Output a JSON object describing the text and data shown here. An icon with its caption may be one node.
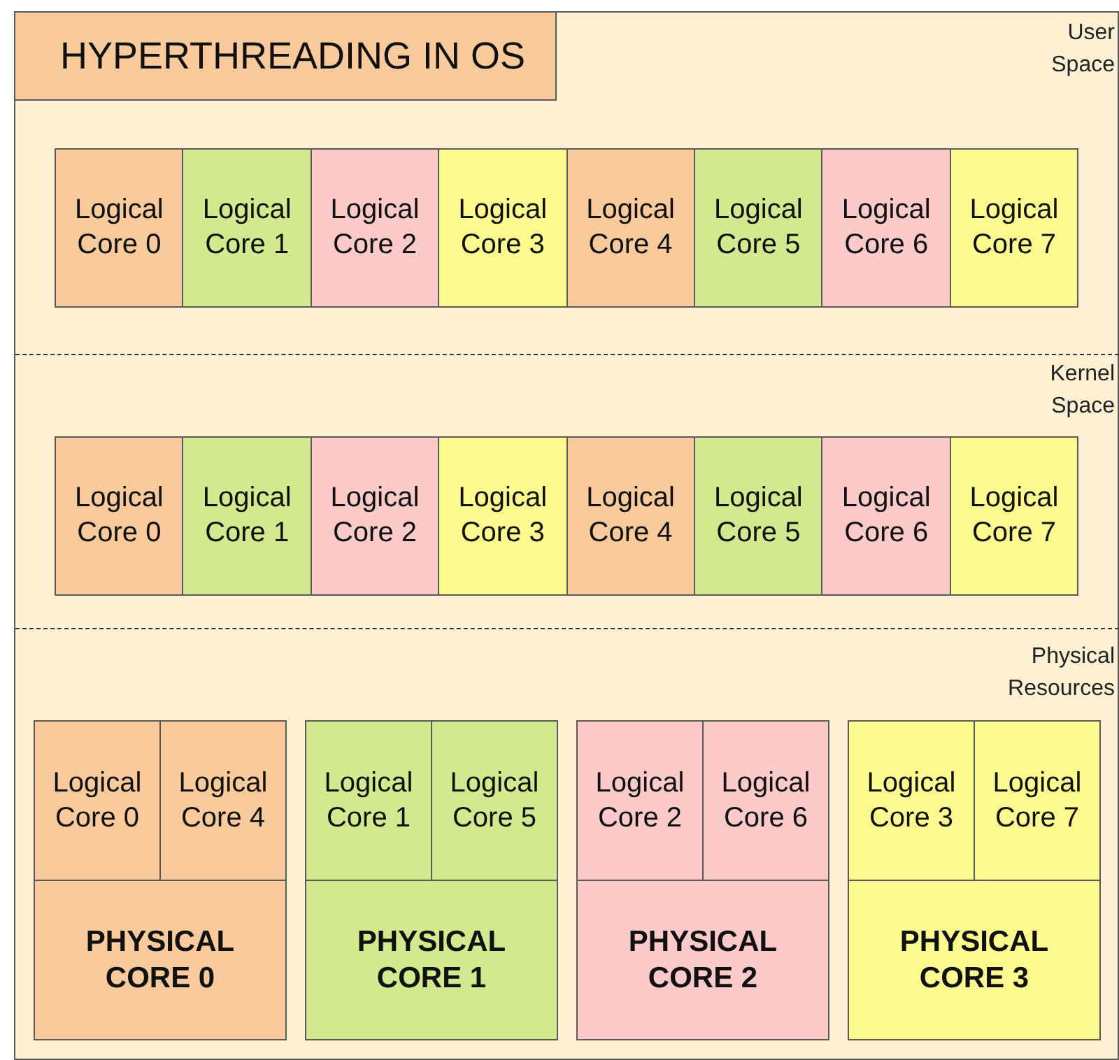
{
  "diagram": {
    "nodes": [
      {
        "text": [],
        "shape": "box"
      },
      {
        "text": [
          "HYPERTHREADING IN OS"
        ],
        "in": 0
      },
      {
        "text": [
          "Logical Core 0"
        ],
        "in": 0
      },
      {
        "text": [
          "Logical Core 1"
        ],
        "in": 0
      },
      {
        "text": [
          "Logical Core 2"
        ],
        "in": 0
      },
      {
        "text": [
          "Logical Core 3"
        ],
        "in": 0
      },
      {
        "text": [
          "Logical Core 4"
        ],
        "in": 0
      },
      {
        "text": [
          "Logical Core 5"
        ],
        "in": 0
      },
      {
        "text": [
          "Logical Core 6"
        ],
        "in": 0
      },
      {
        "text": [
          "Logical Core 7"
        ],
        "in": 0
      },
      {
        "text": [
          "Logical Core 0"
        ],
        "in": 0
      },
      {
        "text": [
          "Logical Core 1"
        ],
        "in": 0
      },
      {
        "text": [
          "Logical Core 2"
        ],
        "in": 0
      },
      {
        "text": [
          "Logical Core 3"
        ],
        "in": 0
      },
      {
        "text": [
          "Logical Core 4"
        ],
        "in": 0
      },
      {
        "text": [
          "Logical Core 5"
        ],
        "in": 0
      },
      {
        "text": [
          "Logical Core 6"
        ],
        "in": 0
      },
      {
        "text": [
          "Logical Core 7"
        ],
        "in": 0
      },
      {
        "text": [],
        "shape": "box",
        "in": 0
      },
      {
        "text": [
          "Logical Core 0"
        ],
        "in": 18
      },
      {
        "text": [
          "Logical Core 4"
        ],
        "in": 18
      },
      {
        "text": [
          "PHYSICAL CORE 0"
        ],
        "in": 18
      },
      {
        "text": [],
        "shape": "box",
        "in": 0
      },
      {
        "text": [
          "Logical Core 1"
        ],
        "in": 22
      },
      {
        "text": [
          "Logical Core 5"
        ],
        "in": 22
      },
      {
        "text": [
          "PHYSICAL CORE 1"
        ],
        "in": 22
      },
      {
        "text": [],
        "shape": "box",
        "in": 0
      },
      {
        "text": [
          "Logical Core 2"
        ],
        "in": 26
      },
      {
        "text": [
          "Logical Core 6"
        ],
        "in": 26
      },
      {
        "text": [
          "PHYSICAL CORE 2"
        ],
        "in": 26
      },
      {
        "text": [],
        "shape": "box",
        "in": 0
      },
      {
        "text": [
          "Logical Core 3"
        ],
        "in": 30
      },
      {
        "text": [
          "Logical Core 7"
        ],
        "in": 30
      },
      {
        "text": [
          "PHYSICAL CORE 3"
        ],
        "in": 30
      }
    ],
    "labels": [
      "User Space",
      "Kernel Space",
      "Physical Resources"
    ]
  }
}
